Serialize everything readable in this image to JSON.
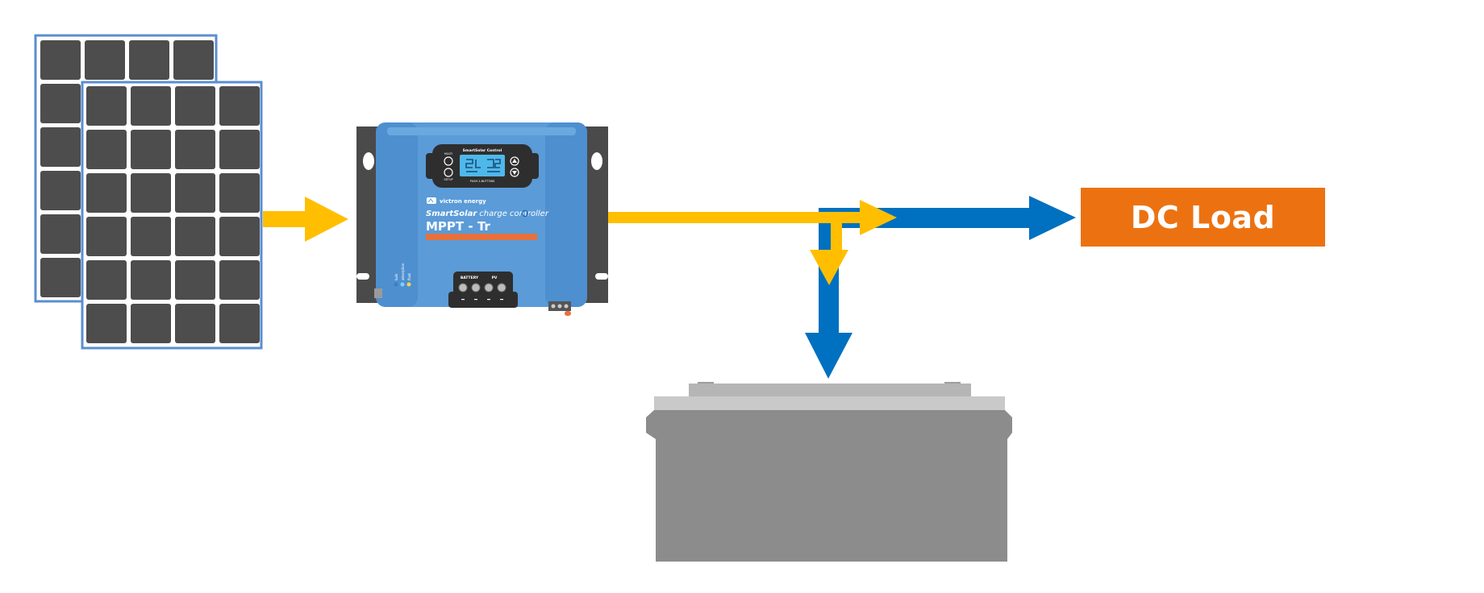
{
  "colors": {
    "solar_flow": "#ffbf00",
    "dc_flow": "#0070c0",
    "load_box": "#ec7211",
    "panel_cell": "#4d4d4d",
    "panel_frame": "#5b8ed0",
    "controller_blue": "#5a9bd8",
    "battery_body": "#8c8c8c"
  },
  "controller": {
    "display_title": "SmartSolar Control",
    "left_button_top": "MULTI",
    "left_button_bottom": "SETUP",
    "display_footer": "PUSH 2-BUTTONS",
    "brand": "victron energy",
    "product_line": "SmartSolar",
    "product_suffix": "charge controller",
    "model": "MPPT - Tr",
    "terminal_battery": "BATTERY",
    "terminal_pv": "PV",
    "led_labels": [
      "bulk",
      "absorption",
      "float"
    ]
  },
  "load": {
    "label": "DC Load"
  },
  "icons": {
    "panels": "solar-panel-icon",
    "controller": "charge-controller-icon",
    "battery": "battery-icon"
  }
}
